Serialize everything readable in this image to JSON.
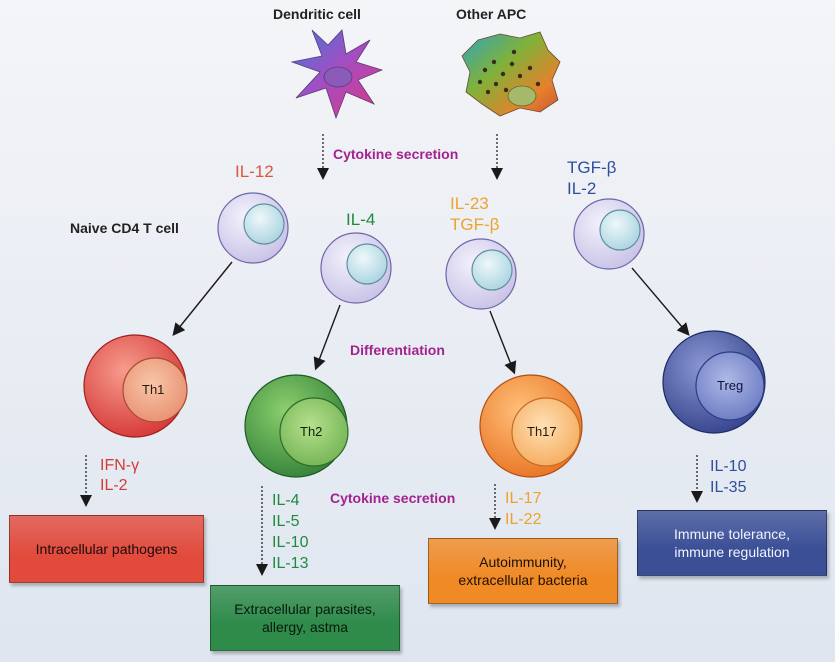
{
  "sources": {
    "dendritic_cell": "Dendritic cell",
    "other_apc": "Other APC"
  },
  "processes": {
    "cytokine_secretion_top": "Cytokine secretion",
    "differentiation": "Differentiation",
    "cytokine_secretion_bottom": "Cytokine secretion"
  },
  "naive_label": "Naive CD4 T cell",
  "pathways": [
    {
      "inducing": [
        "IL-12"
      ],
      "inducing_color": "#e0553b",
      "cell": "Th1",
      "cell_color": "#e2473f",
      "secreted": [
        "IFN-γ",
        "IL-2"
      ],
      "secreted_color": "#d43a36",
      "outcome": "Intracellular pathogens",
      "outcome_color": "#e24a3c"
    },
    {
      "inducing": [
        "IL-4"
      ],
      "inducing_color": "#1f8a3f",
      "cell": "Th2",
      "cell_color": "#3f9a45",
      "secreted": [
        "IL-4",
        "IL-5",
        "IL-10",
        "IL-13"
      ],
      "secreted_color": "#1f8a3f",
      "outcome": "Extracellular parasites,\nallergy, astma",
      "outcome_color": "#2e8b4a"
    },
    {
      "inducing": [
        "IL-23",
        "TGF-β"
      ],
      "inducing_color": "#eea32c",
      "cell": "Th17",
      "cell_color": "#f08a25",
      "secreted": [
        "IL-17",
        "IL-22"
      ],
      "secreted_color": "#eea32c",
      "outcome": "Autoimmunity,\nextracellular bacteria",
      "outcome_color": "#f08a25"
    },
    {
      "inducing": [
        "TGF-β",
        "IL-2"
      ],
      "inducing_color": "#2e4f9c",
      "cell": "Treg",
      "cell_color": "#3b4f96",
      "secreted": [
        "IL-10",
        "IL-35"
      ],
      "secreted_color": "#2e4f9c",
      "outcome": "Immune tolerance,\nimmune regulation",
      "outcome_color": "#3b4f96"
    }
  ],
  "colors": {
    "process_label": "#a3238e",
    "naive_cell_outer": "#d9d6f0",
    "naive_cell_nucleus": "#cfe8ef"
  }
}
